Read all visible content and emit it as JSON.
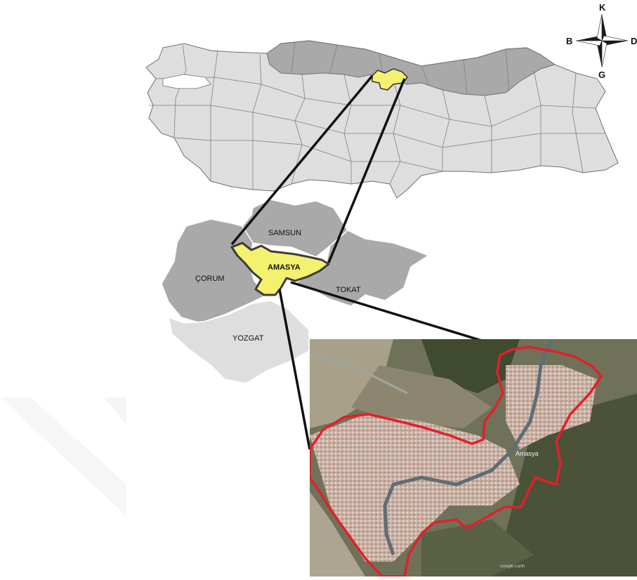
{
  "compass": {
    "north": "K",
    "south": "G",
    "west": "B",
    "east": "D"
  },
  "regional_map": {
    "labels": {
      "samsun": "SAMSUN",
      "amasya": "AMASYA",
      "corum": "ÇORUM",
      "tokat": "TOKAT",
      "yozgat": "YOZGAT"
    }
  },
  "satellite": {
    "city_label": "Amasya",
    "attribution": "Google Earth"
  },
  "colors": {
    "highlight": "#f4f170",
    "neighbor_dark": "#a9a9a9",
    "province_light": "#dedede",
    "boundary": "#e2202a"
  }
}
